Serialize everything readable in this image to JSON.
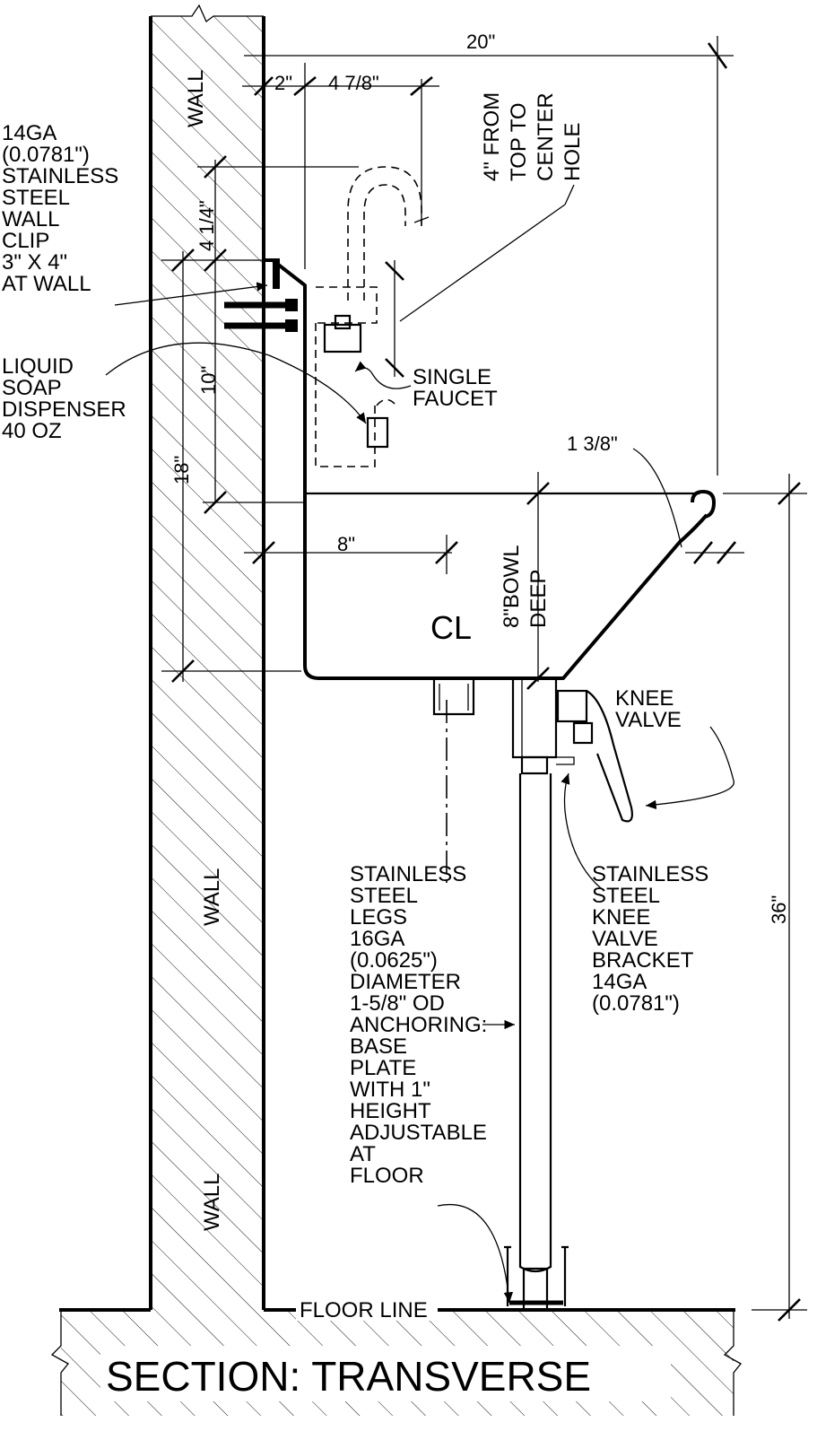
{
  "title": "SECTION: TRANSVERSE",
  "wall_labels": [
    "WALL",
    "WALL",
    "WALL"
  ],
  "dimensions": {
    "overall_width": "20\"",
    "wall_offset": "2\"",
    "faucet_reach": "4 7/8\"",
    "clip_height": "4 1/4\"",
    "clip_to_rim": "10\"",
    "splash_height": "18\"",
    "bowl_depth_offset": "8\"",
    "rim_return": "1 3/8\"",
    "floor_to_rim": "36\""
  },
  "callouts": {
    "wall_clip": [
      "14GA",
      "(0.0781\")",
      "STAINLESS",
      "STEEL",
      "WALL",
      "CLIP",
      "3\" X 4\"",
      "AT WALL"
    ],
    "soap": [
      "LIQUID",
      "SOAP",
      "DISPENSER",
      "40 OZ"
    ],
    "faucet": [
      "SINGLE",
      "FAUCET"
    ],
    "center_hole": [
      "4\"  FROM",
      "TOP TO",
      "CENTER",
      "HOLE"
    ],
    "bowl": [
      "8\"BOWL",
      "DEEP"
    ],
    "knee_valve": [
      "KNEE",
      "VALVE"
    ],
    "legs": [
      "STAINLESS",
      "STEEL",
      "LEGS",
      "16GA",
      "(0.0625\")",
      "DIAMETER",
      "1-5/8\" OD",
      "ANCHORING:",
      "BASE",
      "PLATE",
      "WITH 1\"",
      "HEIGHT",
      "ADJUSTABLE",
      "AT",
      "FLOOR"
    ],
    "bracket": [
      "STAINLESS",
      "STEEL",
      "KNEE",
      "VALVE",
      "BRACKET",
      "14GA",
      "(0.0781\")"
    ],
    "centerline_symbol": "CL",
    "floor_line": "FLOOR LINE"
  }
}
